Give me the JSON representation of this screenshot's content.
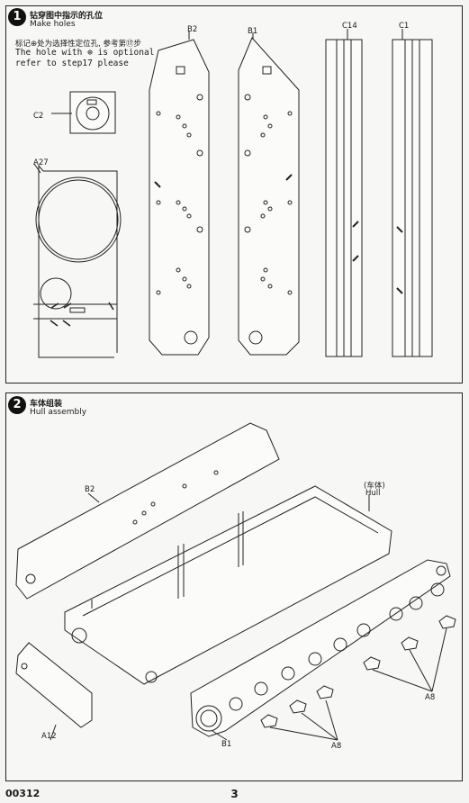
{
  "step1": {
    "number": "1",
    "title_cn": "钻穿图中指示的孔位",
    "title_en": "Make holes",
    "note_cn": "标记⊕处为选择性定位孔, 参考第⑰步",
    "note_en_1": "The hole with ⊕ is optional",
    "note_en_2": "refer to step17 please",
    "parts": {
      "b2": "B2",
      "b1": "B1",
      "c14": "C14",
      "c1": "C1",
      "c2": "C2",
      "a27": "A27"
    }
  },
  "step2": {
    "number": "2",
    "title_cn": "车体组装",
    "title_en": "Hull assembly",
    "labels": {
      "b2": "B2",
      "hull_cn": "(车体)",
      "hull_en": "Hull",
      "a12": "A12",
      "b1": "B1",
      "a8_left": "A8",
      "a8_right": "A8"
    }
  },
  "footer": {
    "code": "00312",
    "page": "3"
  }
}
